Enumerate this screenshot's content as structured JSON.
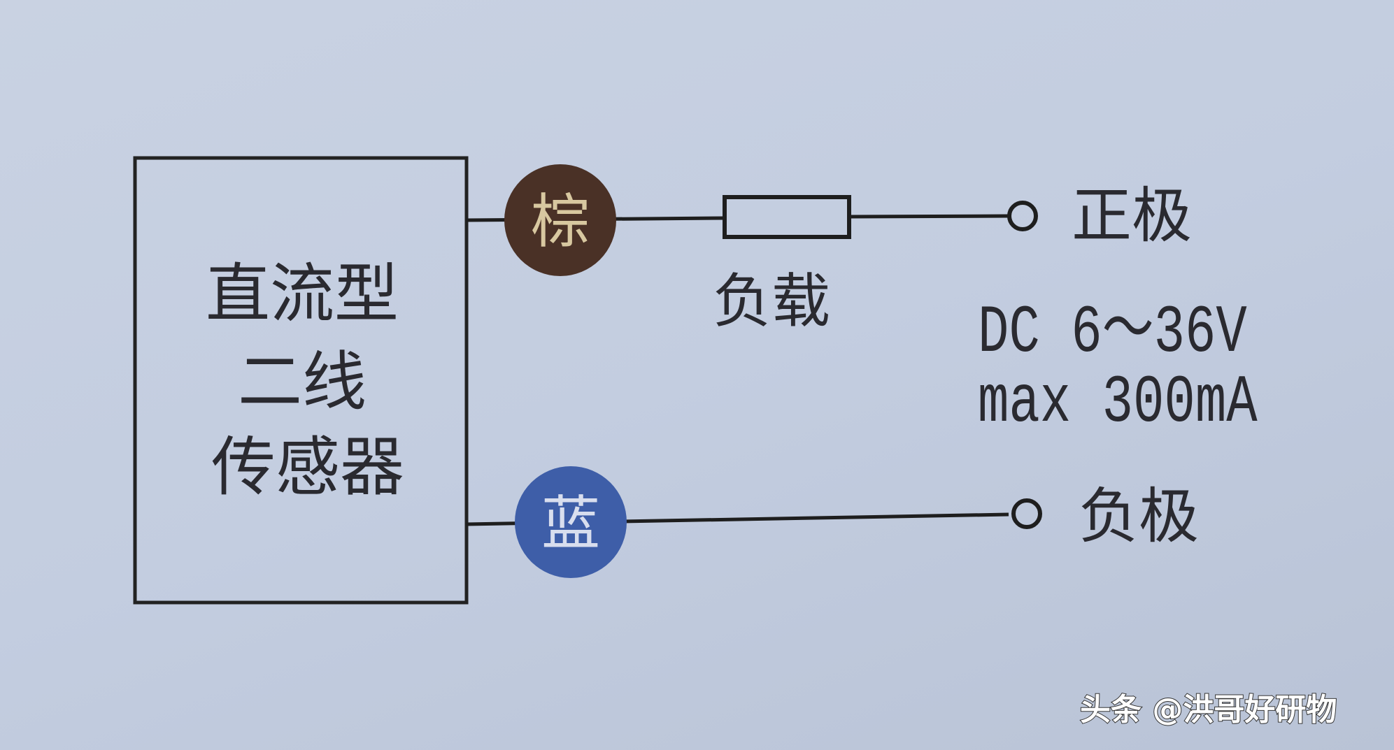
{
  "sensor_box": {
    "lines": [
      "直流型",
      "二线",
      "传感器"
    ]
  },
  "wires": {
    "brown": {
      "label": "棕",
      "color": "#4a3126",
      "text_color": "#d8c8a0"
    },
    "blue": {
      "label": "蓝",
      "color": "#3e5ea8",
      "text_color": "#d8deee"
    }
  },
  "load": {
    "label": "负载"
  },
  "terminals": {
    "positive": "正极",
    "negative": "负极"
  },
  "supply": {
    "voltage": "DC 6～36V",
    "current": "max 300mA"
  },
  "watermark": "头条 @洪哥好研物"
}
